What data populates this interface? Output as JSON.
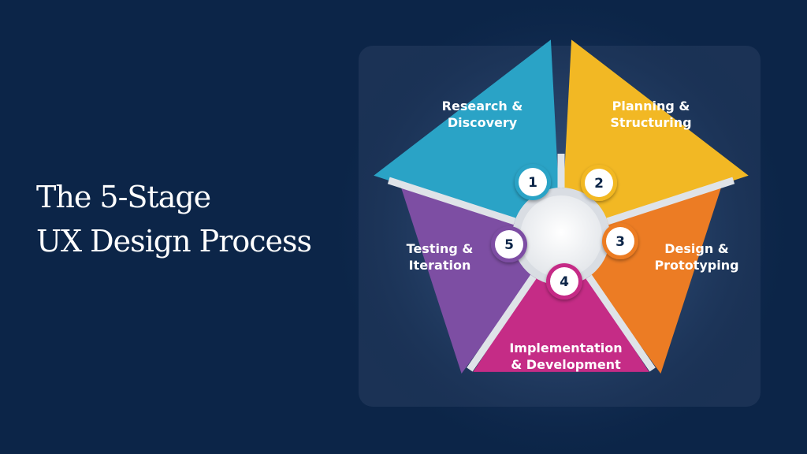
{
  "title": {
    "line1": "The 5-Stage",
    "line2": "UX Design Process"
  },
  "stages": [
    {
      "number": "1",
      "line1": "Research &",
      "line2": "Discovery",
      "color": "#2aa3c6"
    },
    {
      "number": "2",
      "line1": "Planning &",
      "line2": "Structuring",
      "color": "#f2b824"
    },
    {
      "number": "3",
      "line1": "Design &",
      "line2": "Prototyping",
      "color": "#ec7c24"
    },
    {
      "number": "4",
      "line1": "Implementation",
      "line2": "& Development",
      "color": "#c52c86"
    },
    {
      "number": "5",
      "line1": "Testing &",
      "line2": "Iteration",
      "color": "#7d4ea3"
    }
  ],
  "colors": {
    "background": "#0c2548",
    "panel": "#1f3556",
    "ring": "#d8dce2",
    "hub": "#ffffff"
  }
}
